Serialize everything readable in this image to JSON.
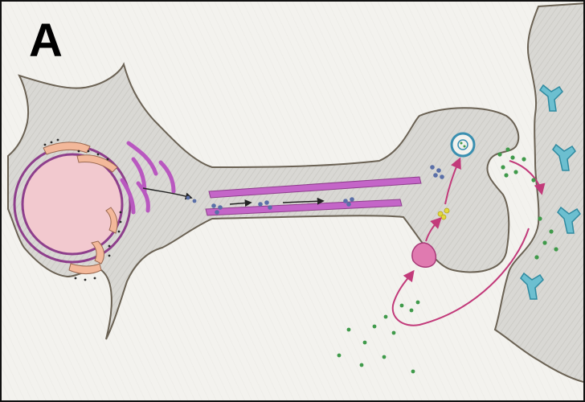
{
  "panel": {
    "label": "A"
  },
  "colors": {
    "paper": "#f3f2ee",
    "cell_fill": "#d9d8d4",
    "cell_outline": "#6b6254",
    "nucleus_fill": "#f2c9cf",
    "nuclear_envelope": "#8e3f8c",
    "golgi": "#b957c0",
    "er_fill": "#f3b89a",
    "microtubule": "#c465c8",
    "vesicle_blue": "#5a6fa8",
    "vesicle_yellow": "#e3d83a",
    "neurotransmitter": "#3f9a4a",
    "receptor": "#6cbfd0",
    "arrow_magenta": "#c23a7a",
    "endosome": "#e07ab0"
  },
  "icons": [
    "neuron-soma",
    "nucleus",
    "golgi-apparatus",
    "rough-er",
    "axon-microtubules",
    "synaptic-vesicle",
    "dense-core-vesicle",
    "postsynaptic-receptor",
    "neurotransmitter-dots",
    "recycling-arrow"
  ]
}
